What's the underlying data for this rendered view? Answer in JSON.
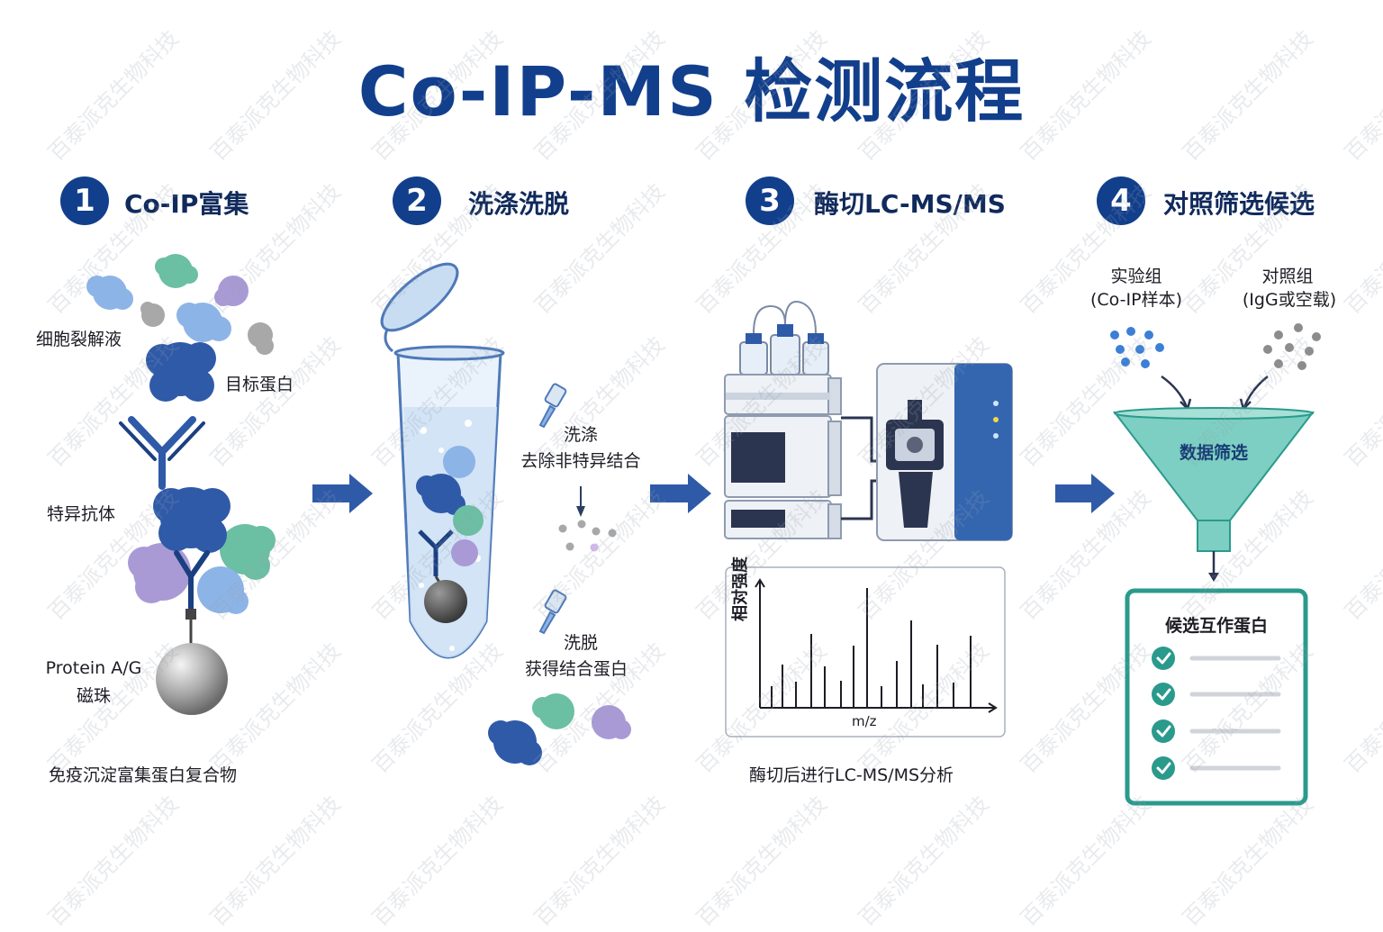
{
  "title": "Co-IP-MS 检测流程",
  "watermark": "百泰派克生物科技",
  "steps": [
    {
      "number": "1",
      "title": "Co-IP富集",
      "labels": {
        "lysate": "细胞裂解液",
        "target": "目标蛋白",
        "antibody": "特异抗体",
        "beads_line1": "Protein A/G",
        "beads_line2": "磁珠",
        "caption": "免疫沉淀富集蛋白复合物"
      }
    },
    {
      "number": "2",
      "title": "洗涤洗脱",
      "labels": {
        "wash_title": "洗涤",
        "wash_desc": "去除非特异结合",
        "elute_title": "洗脱",
        "elute_desc": "获得结合蛋白"
      }
    },
    {
      "number": "3",
      "title": "酶切LC-MS/MS",
      "labels": {
        "y_axis": "相对强度",
        "x_axis": "m/z",
        "caption": "酶切后进行LC-MS/MS分析"
      }
    },
    {
      "number": "4",
      "title": "对照筛选候选",
      "labels": {
        "exp_line1": "实验组",
        "exp_line2": "(Co-IP样本)",
        "ctrl_line1": "对照组",
        "ctrl_line2": "(IgG或空载)",
        "funnel": "数据筛选",
        "result_title": "候选互作蛋白"
      }
    }
  ],
  "colors": {
    "navy": "#123f8c",
    "protein_blue": "#2f5aa8",
    "light_blue": "#8db4e6",
    "teal": "#6bbfa3",
    "purple": "#a99ad6",
    "gray": "#a8a8a8",
    "funnel": "#7ccfc2",
    "checklist_border": "#2a9a8c"
  }
}
